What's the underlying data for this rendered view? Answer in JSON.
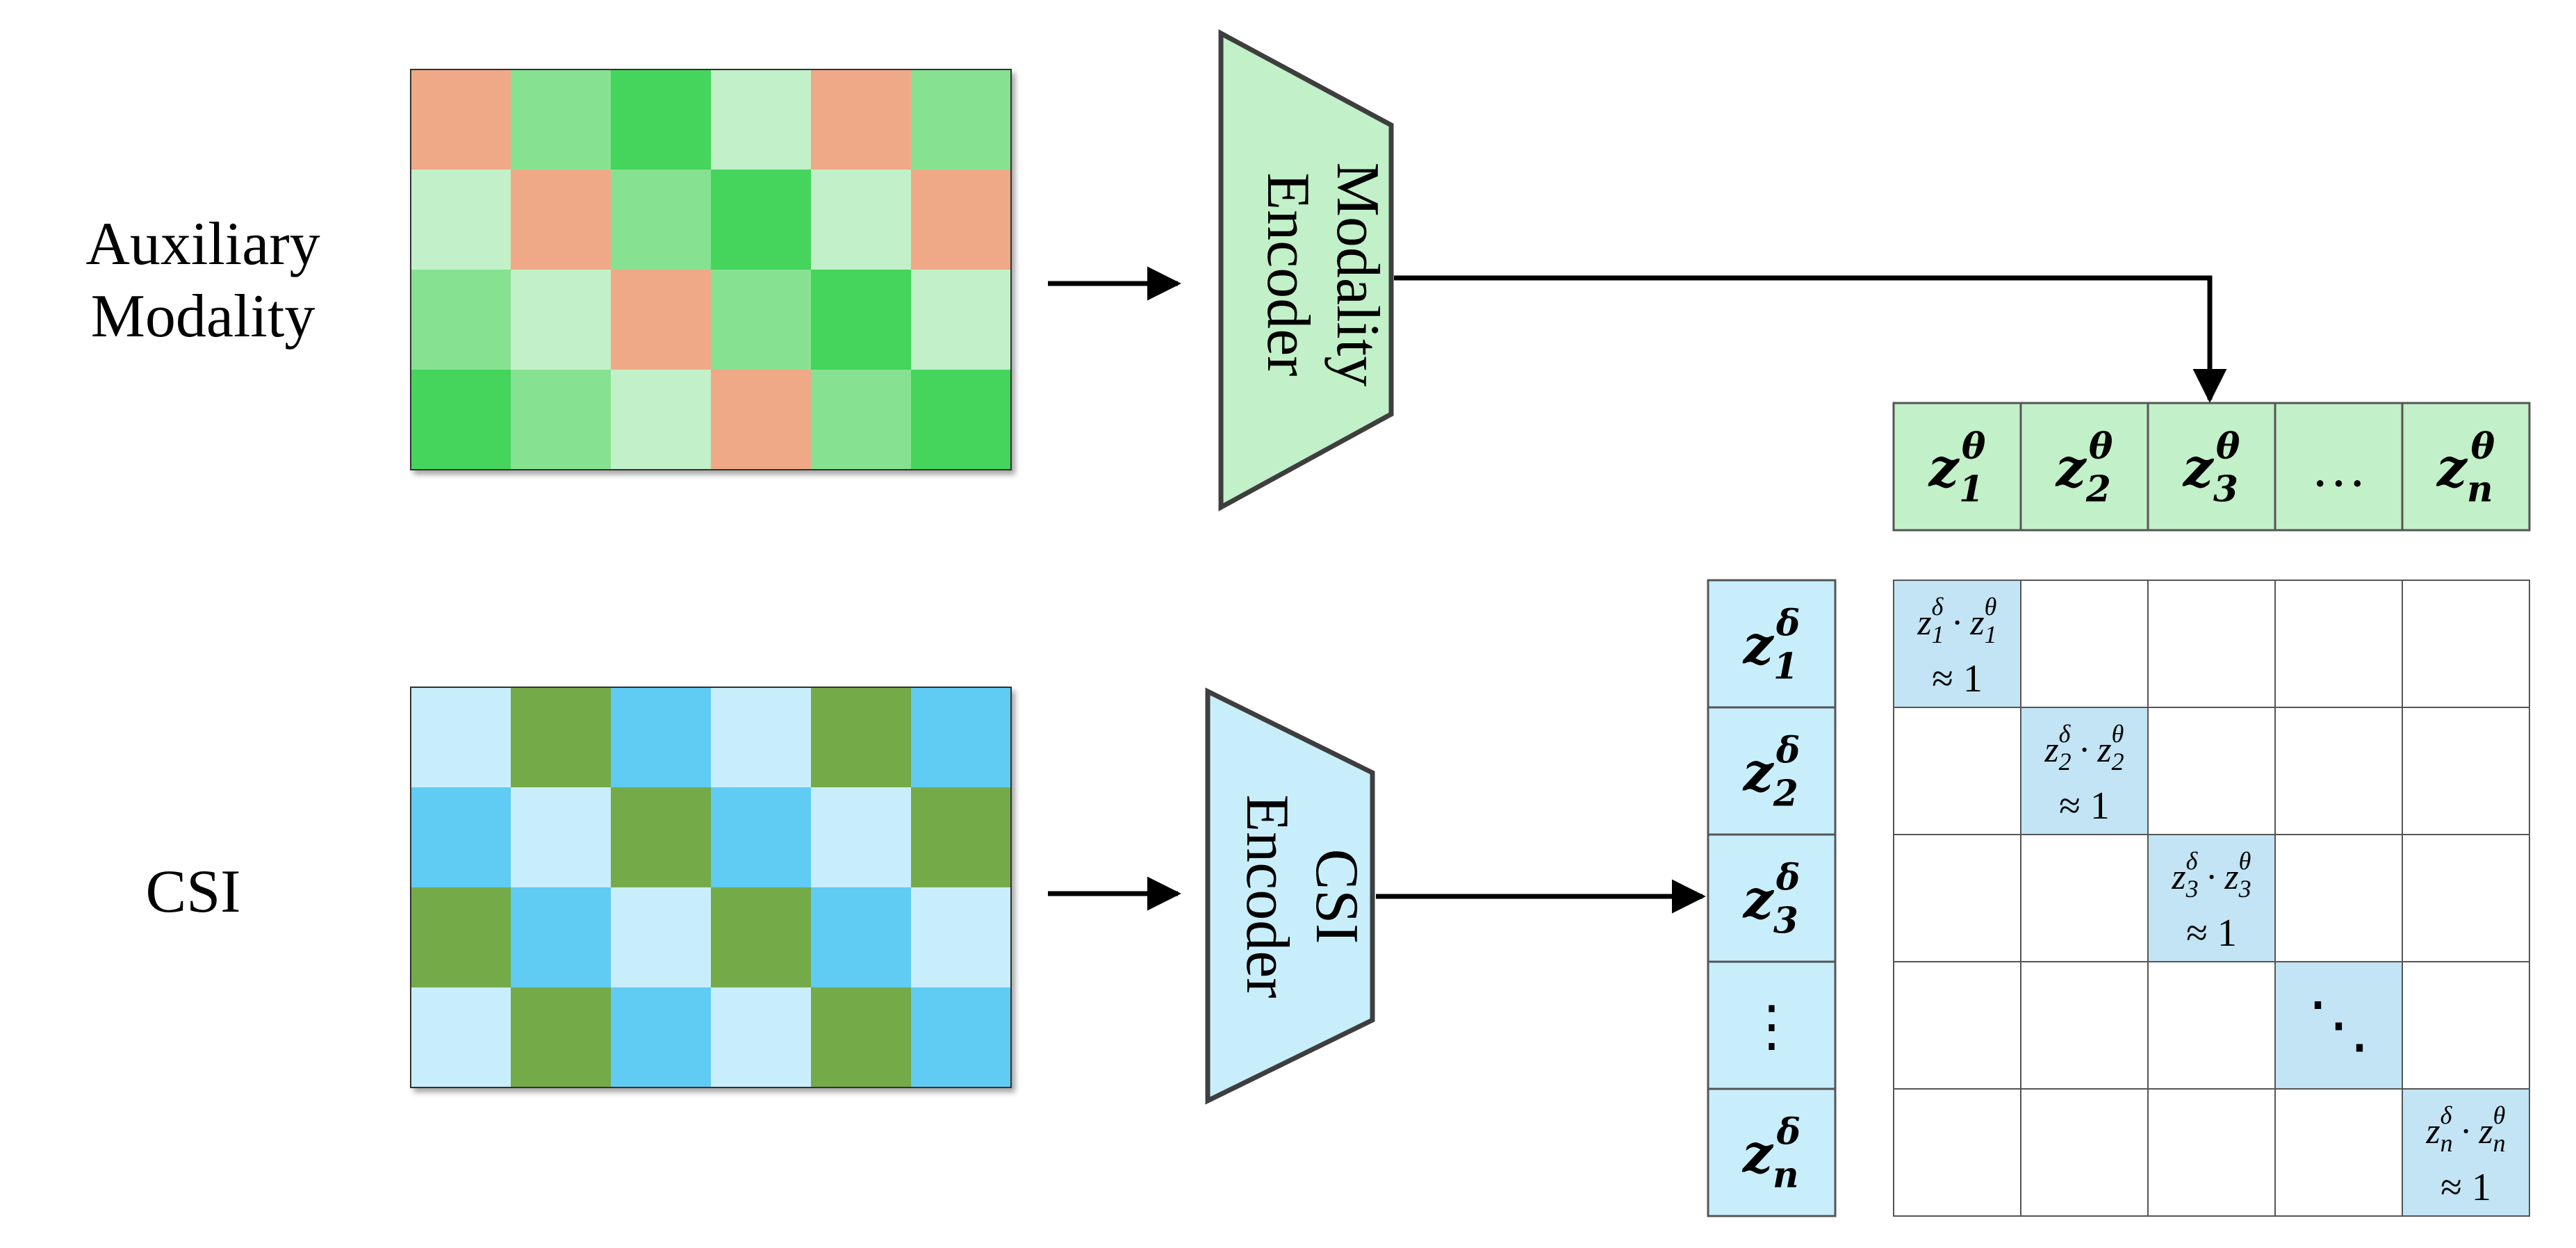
{
  "labels": {
    "aux_line1": "Auxiliary",
    "aux_line2": "Modality",
    "csi": "CSI"
  },
  "encoders": {
    "modality_line1": "Modality",
    "modality_line2": "Encoder",
    "csi_line1": "CSI",
    "csi_line2": "Encoder"
  },
  "theta_vector": {
    "symbol": "z",
    "superscript": "θ",
    "subscripts": [
      "1",
      "2",
      "3",
      "…",
      "n"
    ]
  },
  "delta_vector": {
    "symbol": "z",
    "superscript": "δ",
    "subscripts": [
      "1",
      "2",
      "3",
      "⋮",
      "n"
    ]
  },
  "matrix_diagonal": {
    "entries": [
      {
        "sub": "1",
        "approx": "≈ 1"
      },
      {
        "sub": "2",
        "approx": "≈ 1"
      },
      {
        "sub": "3",
        "approx": "≈ 1"
      },
      {
        "sub": "⋱",
        "approx": ""
      },
      {
        "sub": "n",
        "approx": "≈ 1"
      }
    ]
  },
  "colors": {
    "salmon": "#F0A986",
    "green_light": "#C2F0C8",
    "green_mid": "#86E291",
    "green_dark": "#45D55B",
    "blue_light": "#C9EEFB",
    "blue_mid": "#61CBF3",
    "olive": "#75AA48",
    "encoder_green": "#C2F0C8",
    "encoder_blue": "#C9EEFB",
    "vector_green": "#C2F0C8",
    "vector_blue": "#C9EEFB",
    "diag_blue": "#C2E4F4"
  },
  "grids": {
    "aux_pattern": [
      [
        "salmon",
        "green_mid",
        "green_dark",
        "green_light",
        "salmon",
        "green_mid"
      ],
      [
        "green_light",
        "salmon",
        "green_mid",
        "green_dark",
        "green_light",
        "salmon"
      ],
      [
        "green_mid",
        "green_light",
        "salmon",
        "green_mid",
        "green_dark",
        "green_light"
      ],
      [
        "green_dark",
        "green_mid",
        "green_light",
        "salmon",
        "green_mid",
        "green_dark"
      ]
    ],
    "csi_pattern": [
      [
        "blue_light",
        "olive",
        "blue_mid",
        "blue_light",
        "olive",
        "blue_mid"
      ],
      [
        "blue_mid",
        "blue_light",
        "olive",
        "blue_mid",
        "blue_light",
        "olive"
      ],
      [
        "olive",
        "blue_mid",
        "blue_light",
        "olive",
        "blue_mid",
        "blue_light"
      ],
      [
        "blue_light",
        "olive",
        "blue_mid",
        "blue_light",
        "olive",
        "blue_mid"
      ]
    ]
  }
}
